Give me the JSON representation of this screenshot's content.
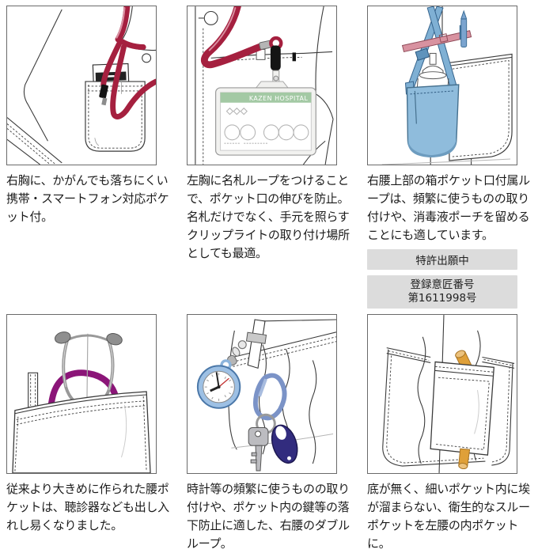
{
  "panels": [
    {
      "id": "phone-pocket",
      "caption": "右胸に、かがんでも落ちにくい携帯・スマートフォン対応ポケット付。"
    },
    {
      "id": "name-badge-loop",
      "caption": "左胸に名札ループをつけることで、ポケット口の伸びを防止。名札だけでなく、手元を照らすクリップライトの取り付け場所としても最適。",
      "badge_label": "KAZEN HOSPITAL"
    },
    {
      "id": "sanitizer-pouch-loop",
      "caption": "右腰上部の箱ポケット口付属ループは、頻繁に使うものの取り付けや、消毒液ポーチを留めることにも適しています。",
      "patent_tag": "特許出願中",
      "design_tag_line1": "登録意匠番号",
      "design_tag_line2": "第1611998号"
    },
    {
      "id": "stethoscope-pocket",
      "caption": "従来より大きめに作られた腰ポケットは、聴診器なども出し入れし易くなりました。"
    },
    {
      "id": "double-loop",
      "caption": "時計等の頻繁に使うものの取り付けや、ポケット内の鍵等の落下防止に適した、右腰のダブルループ。"
    },
    {
      "id": "through-pocket",
      "caption": "底が無く、細いポケット内に埃が溜まらない、衛生的なスルーポケットを左腰の内ポケットに。"
    }
  ],
  "colors": {
    "lanyard_red": "#a5203f",
    "badge_green": "#a3c9a4",
    "pouch_blue": "#8fbcdc",
    "strap_pink": "#d892a0",
    "stethoscope_purple": "#8b1578",
    "carabiner_blue": "#7b93c7",
    "keyfob_navy": "#322c7e",
    "pen_orange": "#dfa039",
    "tag_bg": "#dcdcdc"
  }
}
